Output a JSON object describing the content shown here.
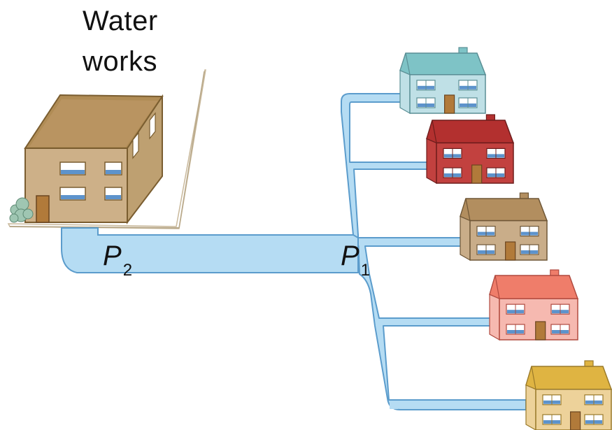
{
  "title": {
    "line1": "Water",
    "line2": "works"
  },
  "labels": {
    "p2_letter": "P",
    "p2_sub": "2",
    "p1_letter": "P",
    "p1_sub": "1"
  },
  "colors": {
    "pipe_fill": "#b5dcf3",
    "pipe_edge": "#5b9ccc",
    "waterworks_wall": "#cdb088",
    "waterworks_roof": "#b08c55",
    "houses": [
      {
        "wall": "#bfe0e6",
        "roof": "#7ec3c6",
        "edge": "#5a8f95"
      },
      {
        "wall": "#c2413f",
        "roof": "#b3302f",
        "edge": "#6e1d1c"
      },
      {
        "wall": "#c9ad89",
        "roof": "#b28e5f",
        "edge": "#6e5636"
      },
      {
        "wall": "#f6b9b0",
        "roof": "#ef7d6a",
        "edge": "#b04a3f"
      },
      {
        "wall": "#edd29a",
        "roof": "#dfb442",
        "edge": "#9a7a2a"
      }
    ]
  }
}
